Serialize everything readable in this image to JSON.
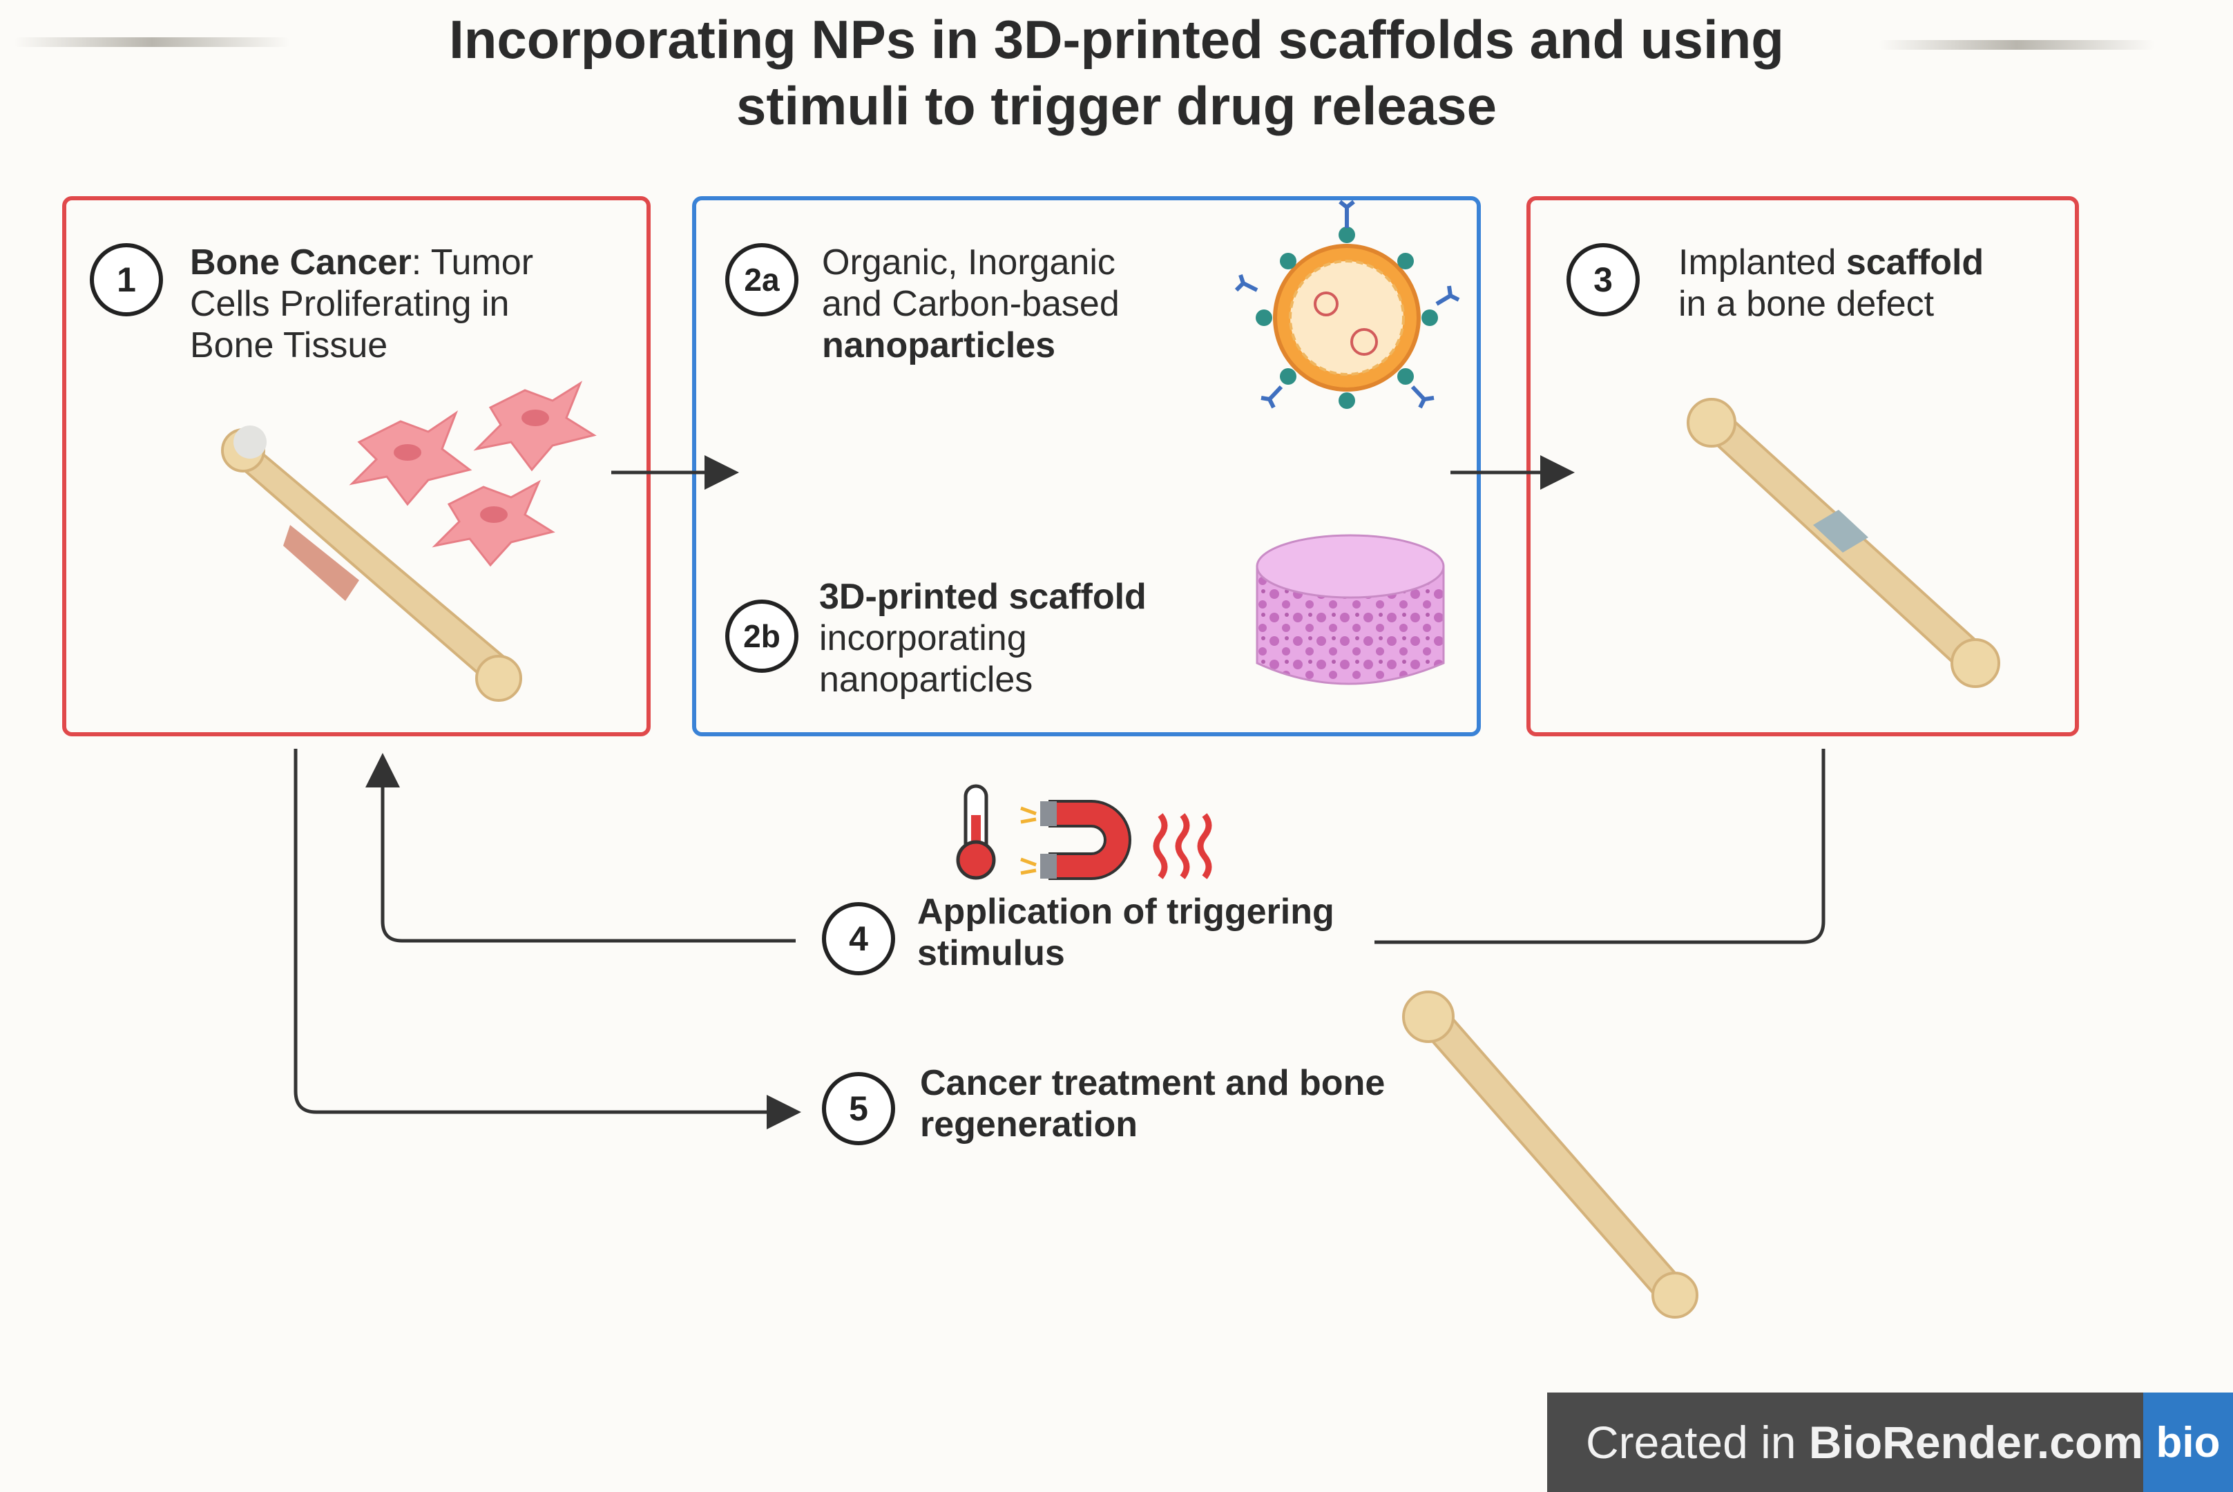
{
  "title": {
    "line1": "Incorporating NPs in 3D-printed scaffolds and using",
    "line2": "stimuli to trigger drug release"
  },
  "panels": {
    "p1": {
      "number": "1",
      "bold": "Bone Cancer",
      "rest_line1": ": Tumor",
      "line2": "Cells Proliferating in",
      "line3": "Bone Tissue"
    },
    "p2a": {
      "number": "2a",
      "line1": "Organic, Inorganic",
      "line2": "and Carbon-based",
      "line3": "nanoparticles"
    },
    "p2b": {
      "number": "2b",
      "line1": "3D-printed scaffold",
      "line2": "incorporating",
      "line3": "nanoparticles"
    },
    "p3": {
      "number": "3",
      "line1_pre": "Implanted ",
      "line1_bold": "scaffold",
      "line2": "in a bone defect"
    }
  },
  "steps": {
    "s4": {
      "number": "4",
      "line1": "Application of triggering",
      "line2": "stimulus"
    },
    "s5": {
      "number": "5",
      "line1": "Cancer treatment and bone",
      "line2": "regeneration"
    }
  },
  "badge": {
    "prefix": "Created in ",
    "brand": "BioRender.com",
    "logo": "bio"
  },
  "icons": [
    "thermometer-icon",
    "magnet-icon",
    "heat-waves-icon"
  ],
  "colors": {
    "red_border": "#e0494b",
    "blue_border": "#3a82d6",
    "bone": "#e8cf9f",
    "cell": "#f39aa0",
    "scaffold": "#e6a8e3"
  }
}
